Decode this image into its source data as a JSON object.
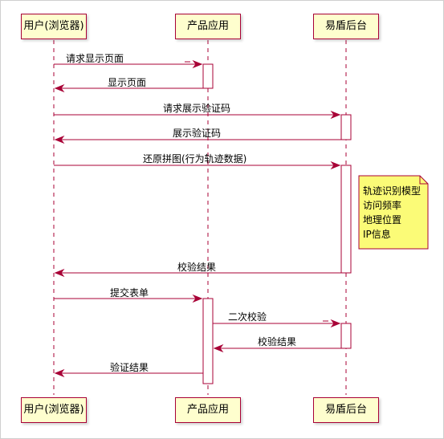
{
  "participants": [
    {
      "id": "user",
      "label": "用户(浏览器)"
    },
    {
      "id": "app",
      "label": "产品应用"
    },
    {
      "id": "shield",
      "label": "易盾后台"
    }
  ],
  "messages": [
    {
      "text": "请求显示页面",
      "from": "user",
      "to": "app"
    },
    {
      "text": "显示页面",
      "from": "app",
      "to": "user"
    },
    {
      "text": "请求展示验证码",
      "from": "user",
      "to": "shield"
    },
    {
      "text": "展示验证码",
      "from": "shield",
      "to": "user"
    },
    {
      "text": "还原拼图(行为轨迹数据)",
      "from": "user",
      "to": "shield"
    },
    {
      "text": "校验结果",
      "from": "shield",
      "to": "user"
    },
    {
      "text": "提交表单",
      "from": "user",
      "to": "app"
    },
    {
      "text": "二次校验",
      "from": "app",
      "to": "shield"
    },
    {
      "text": "校验结果",
      "from": "shield",
      "to": "app"
    },
    {
      "text": "验证结果",
      "from": "app",
      "to": "user"
    }
  ],
  "note": {
    "lines": [
      "轨迹识别模型",
      "访问频率",
      "地理位置",
      "IP信息"
    ]
  },
  "colors": {
    "line": "#a80036",
    "actor_fill": "#fefece",
    "note_fill": "#fbfb77"
  }
}
